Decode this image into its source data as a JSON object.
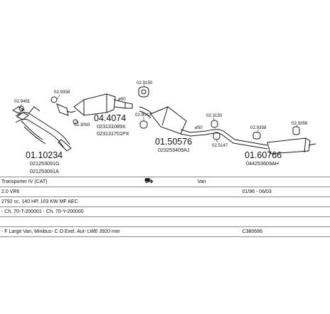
{
  "diagram": {
    "parts": [
      {
        "number": "01.10234",
        "codes": [
          "021253091G",
          "021253091A"
        ]
      },
      {
        "number": "04.4074",
        "codes": [
          "023131089X",
          "023131701PX"
        ]
      },
      {
        "number": "01.50576",
        "codes": [
          "023253409AJ"
        ]
      },
      {
        "number": "01.60766",
        "codes": [
          "044253609AH"
        ]
      }
    ],
    "accessories": [
      "02.9481",
      "02.9358",
      "02.3093",
      "02.9150",
      "02.9042",
      "02.3150",
      "02.5147",
      "02.9358",
      "02.9358"
    ],
    "diameters": [
      "ø50",
      "ø50"
    ]
  },
  "spec": {
    "model": "Transporter IV (CAT)",
    "body_type": "Van",
    "engine": "2.0 VR6",
    "years": "01/96 - 06/03",
    "power": "2792 cc, 140 HP, 103 KW MF AEC",
    "chassis": "- Ch. 70-T-200001 - Ch. 70-Y-200000",
    "variant": "- F Large Van, Minibus- C O Exel. Aut- LWE 3920 mm",
    "catalog_no": "C380686"
  }
}
